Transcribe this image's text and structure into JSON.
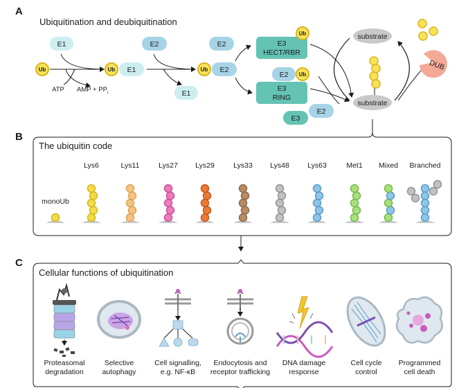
{
  "panel_a": {
    "letter": "A",
    "title": "Ubiquitination and deubiquitination",
    "ub": "Ub",
    "e1": "E1",
    "e2": "E2",
    "e3_hect": "E3\nHECT/RBR",
    "e3_hect_line1": "E3",
    "e3_hect_line2": "HECT/RBR",
    "e3_ring_line1": "E3",
    "e3_ring_line2": "RING",
    "e3": "E3",
    "atp": "ATP",
    "amp": "AMP + PP",
    "amp_sub": "i",
    "substrate": "substrate",
    "dub": "DUB"
  },
  "panel_b": {
    "letter": "B",
    "title": "The ubiquitin code",
    "chains": [
      {
        "label": "monoUb",
        "color": "#f3dc45",
        "stroke": "#d1b81c",
        "count": 1
      },
      {
        "label": "Lys6",
        "color": "#f3dc45",
        "stroke": "#d1b81c",
        "count": 5
      },
      {
        "label": "Lys11",
        "color": "#f6c37e",
        "stroke": "#dba45a",
        "count": 5
      },
      {
        "label": "Lys27",
        "color": "#f07ab9",
        "stroke": "#c9529a",
        "count": 5
      },
      {
        "label": "Lys29",
        "color": "#ec7a37",
        "stroke": "#c05a1c",
        "count": 5
      },
      {
        "label": "Lys33",
        "color": "#b88c64",
        "stroke": "#8d6a48",
        "count": 5
      },
      {
        "label": "Lys48",
        "color": "#c2c2c2",
        "stroke": "#939393",
        "count": 5
      },
      {
        "label": "Lys63",
        "color": "#8fc6e8",
        "stroke": "#5a9bc8",
        "count": 5
      },
      {
        "label": "Met1",
        "color": "#a8e07a",
        "stroke": "#76b94b",
        "count": 5
      },
      {
        "label": "Mixed",
        "color": "#a8e07a",
        "stroke": "#5a9bc8",
        "count": 5
      },
      {
        "label": "Branched",
        "color": "#8fc6e8",
        "stroke": "#5a9bc8",
        "count": 5
      }
    ]
  },
  "panel_c": {
    "letter": "C",
    "title": "Cellular functions of ubiquitination",
    "functions": [
      {
        "line1": "Proteasomal",
        "line2": "degradation",
        "icon": "proteasome-icon"
      },
      {
        "line1": "Selective",
        "line2": "autophagy",
        "icon": "autophagy-icon"
      },
      {
        "line1": "Cell signalling,",
        "line2": "e.g. NF-κB",
        "icon": "signalling-icon"
      },
      {
        "line1": "Endocytosis and",
        "line2": "receptor trafficking",
        "icon": "endocytosis-icon"
      },
      {
        "line1": "DNA damage",
        "line2": "response",
        "icon": "dna-icon"
      },
      {
        "line1": "Cell cycle",
        "line2": "control",
        "icon": "cell-cycle-icon"
      },
      {
        "line1": "Programmed",
        "line2": "cell death",
        "icon": "cell-death-icon"
      }
    ]
  },
  "colors": {
    "ub_fill": "#f7e35a",
    "ub_stroke": "#d9b51a",
    "e1_fill": "#cdeef1",
    "e2_fill": "#a7d3e6",
    "e3_fill": "#64c3b3",
    "substrate_fill": "#c9c9c9",
    "dub_fill": "#f4a896"
  }
}
